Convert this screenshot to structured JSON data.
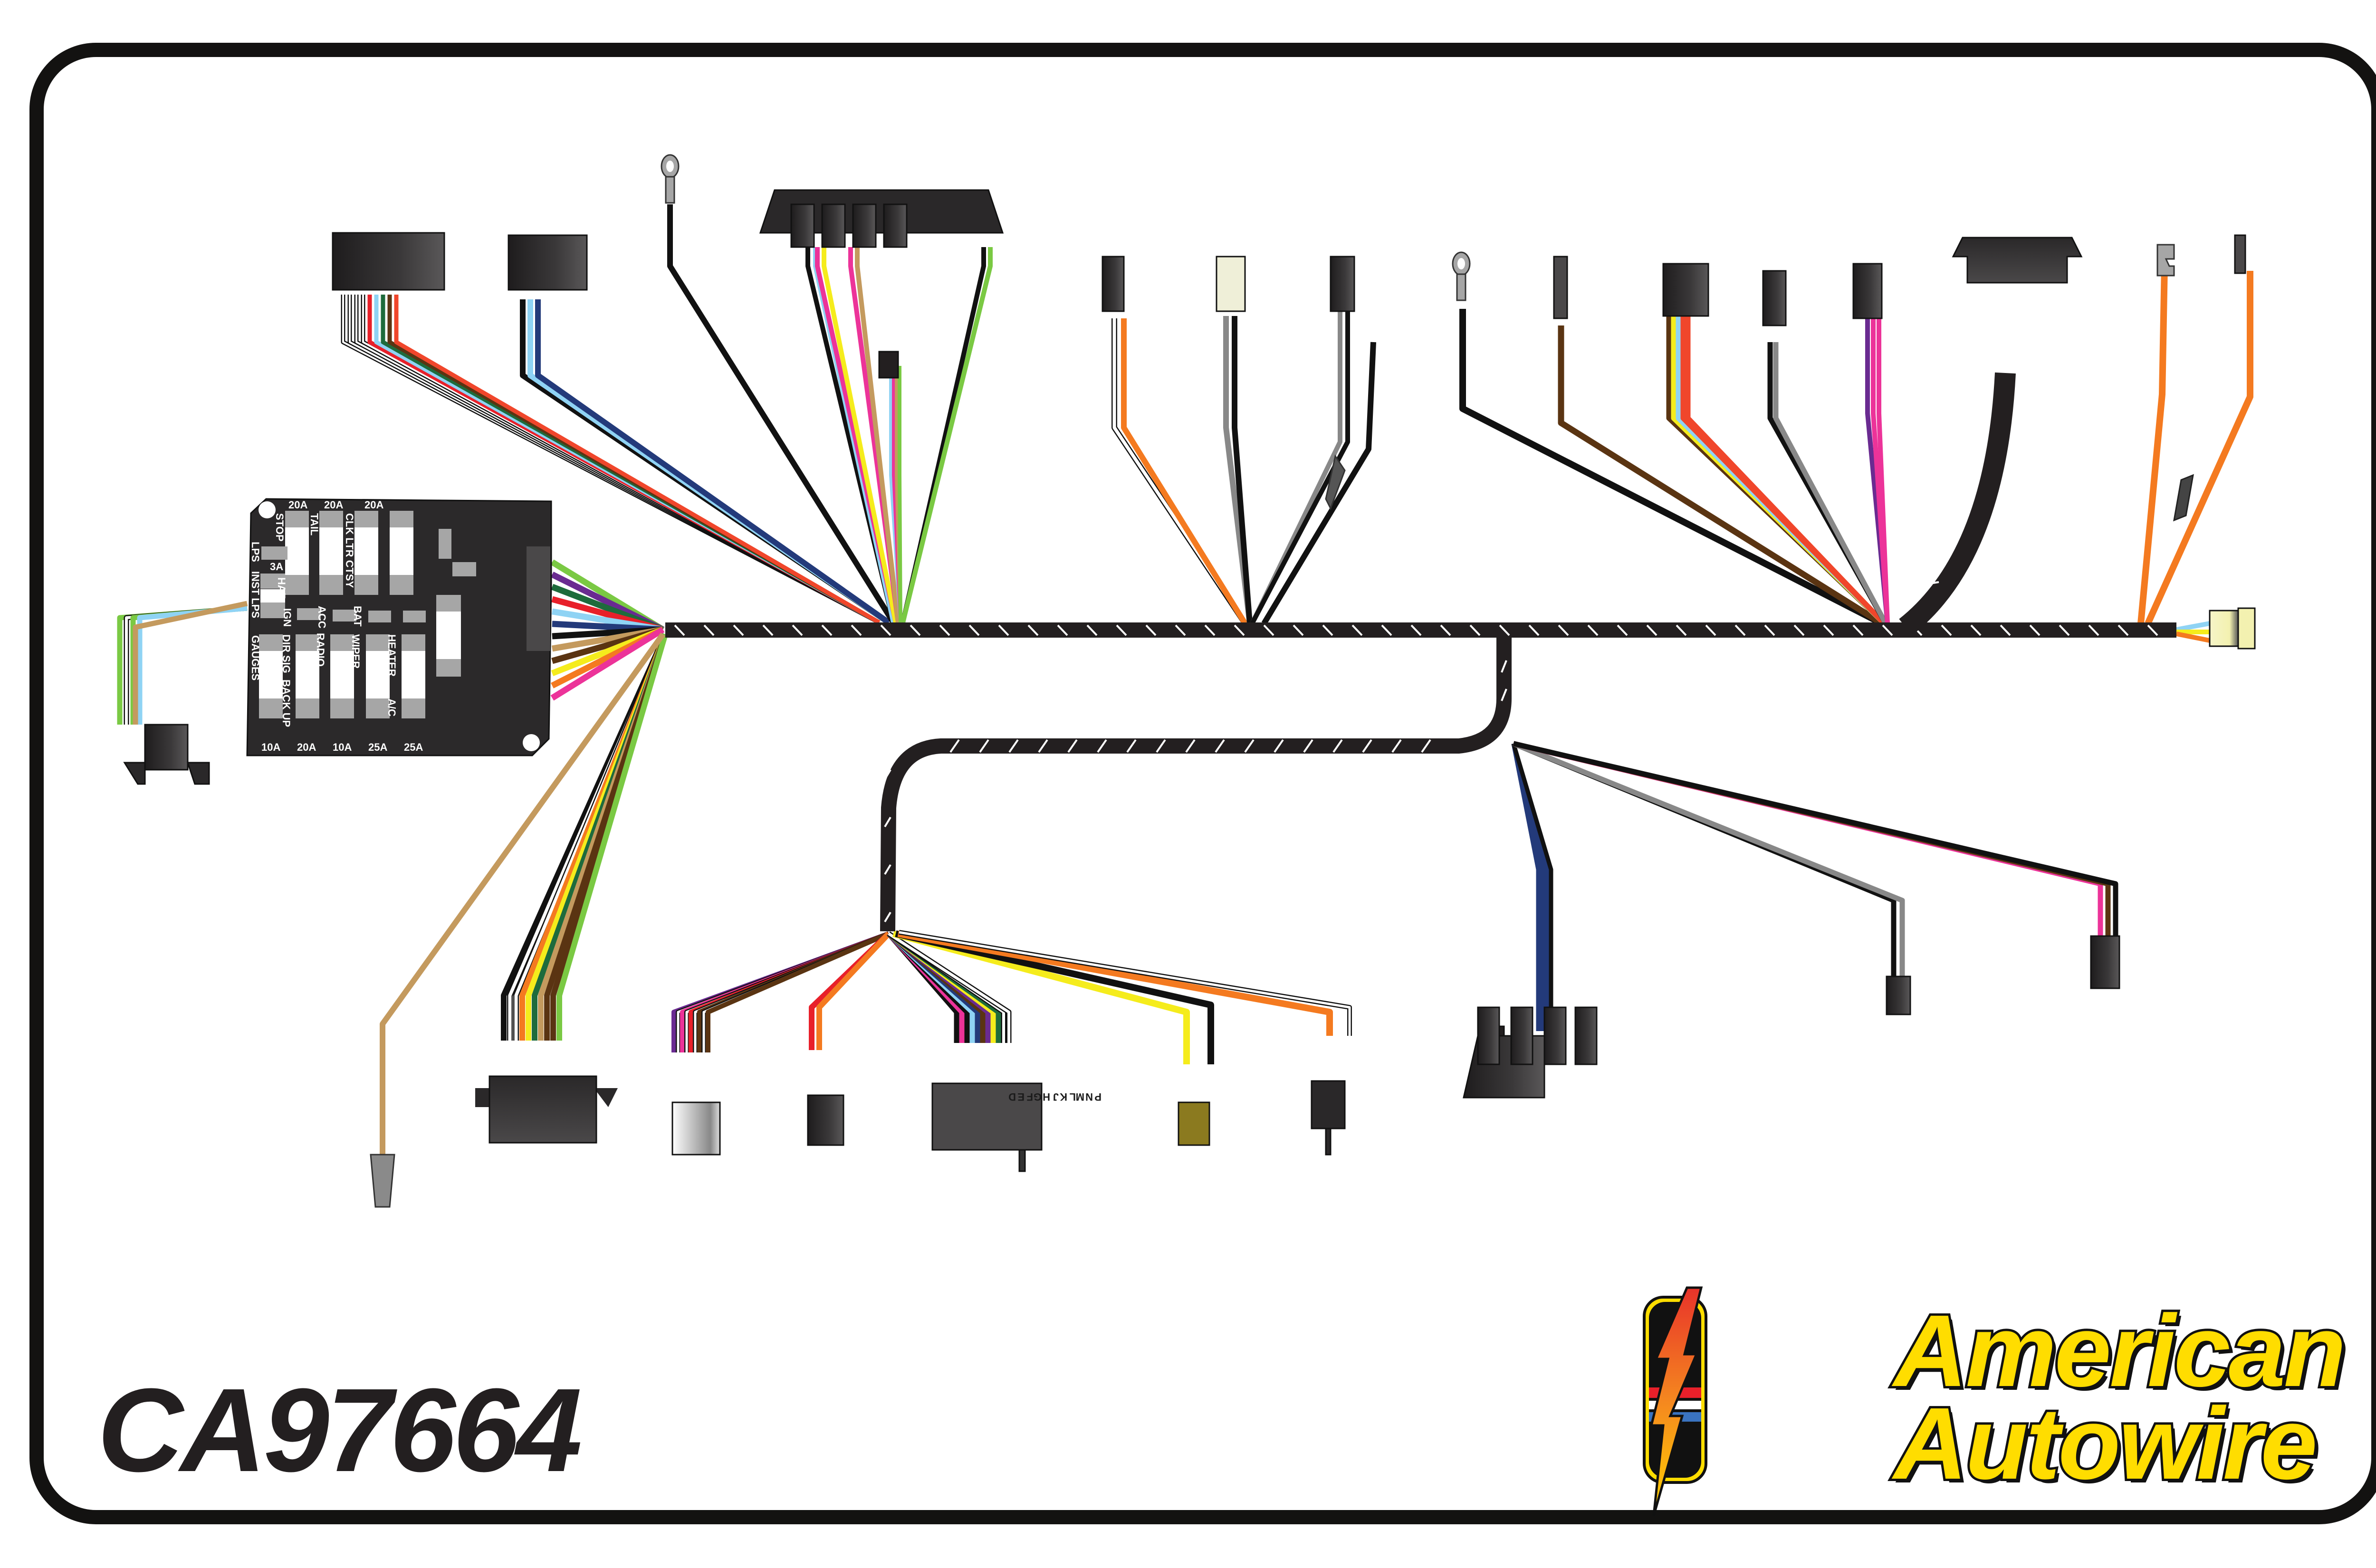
{
  "part_number": "CA97664",
  "brand": {
    "line1": "American",
    "line2": "Autowire",
    "colors": {
      "yellow": "#ffdd00",
      "black": "#111111",
      "red": "#e8202a",
      "blue": "#3a73c0"
    }
  },
  "fuse_block": {
    "top_ratings": [
      "20A",
      "20A",
      "20A"
    ],
    "top_labels": [
      "STOP",
      "TAIL",
      "CLK LTR CTSY"
    ],
    "mid_labels": [
      "HAZ",
      "IGN",
      "ACC",
      "BAT"
    ],
    "left_labels": [
      "LPS",
      "INST LPS",
      "GAUGES"
    ],
    "small_rating": "3A",
    "bottom_labels": [
      "DIR SIG",
      "BACK UP",
      "RADIO",
      "WIPER",
      "HEATER",
      "A/C"
    ],
    "bottom_ratings": [
      "10A",
      "20A",
      "10A",
      "25A",
      "25A"
    ]
  },
  "connector_pin_letters": [
    "D",
    "E",
    "F",
    "G",
    "H",
    "J",
    "K",
    "L",
    "M",
    "N",
    "P"
  ],
  "wire_colors": {
    "black": "#111111",
    "white": "#ffffff",
    "red": "#e8202a",
    "orange": "#f47a20",
    "yellow": "#f5ec1c",
    "lightgreen": "#7ac943",
    "darkgreen": "#1e6b3c",
    "lightblue": "#8fd3f4",
    "darkblue": "#233a7a",
    "purple": "#6a2b91",
    "pink": "#ec3399",
    "brown": "#5a3412",
    "tan": "#c49a5e",
    "gray": "#888888",
    "redorange": "#f0462b"
  }
}
